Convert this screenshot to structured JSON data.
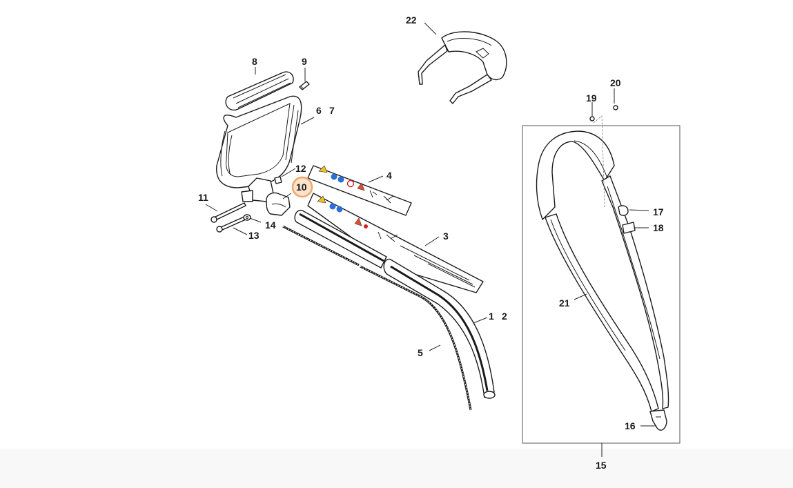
{
  "diagram": {
    "highlight_color": "#f2a56a",
    "highlight_fill": "#fde2cc",
    "labels": {
      "p1": "1",
      "p2": "2",
      "p3": "3",
      "p4": "4",
      "p5": "5",
      "p6": "6",
      "p7": "7",
      "p8": "8",
      "p9": "9",
      "p10": "10",
      "p11": "11",
      "p12": "12",
      "p13": "13",
      "p14": "14",
      "p15": "15",
      "p16": "16",
      "p17": "17",
      "p18": "18",
      "p19": "19",
      "p20": "20",
      "p21": "21",
      "p22": "22"
    }
  }
}
